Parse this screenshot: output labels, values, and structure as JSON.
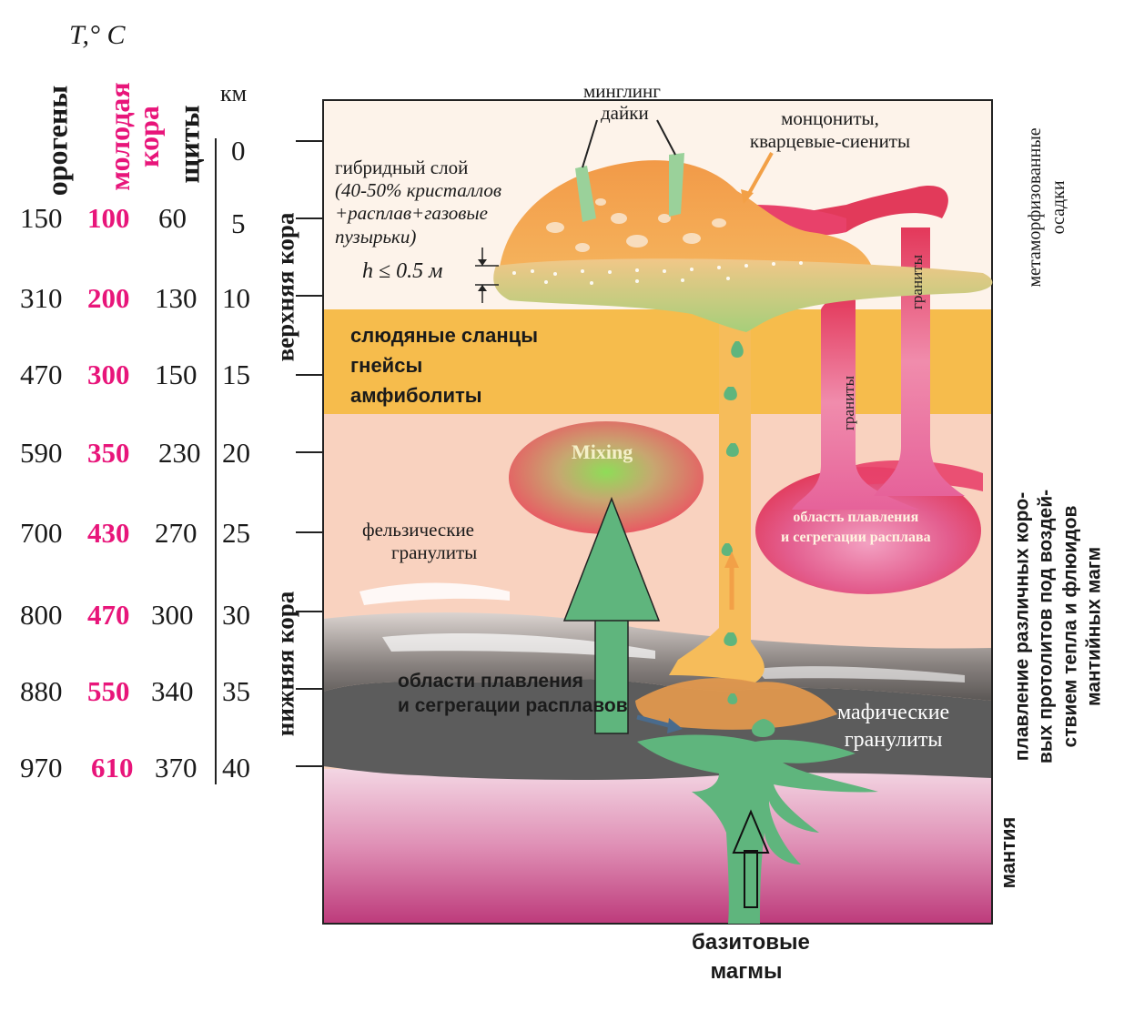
{
  "temp_label": "T,° C",
  "columns": {
    "orogens": "орогены",
    "young_crust": [
      "молодая",
      "кора"
    ],
    "shields": "щиты",
    "km": "км"
  },
  "scale_rows": [
    {
      "orogens": "150",
      "young": "100",
      "shields": "60",
      "km": "5"
    },
    {
      "orogens": "310",
      "young": "200",
      "shields": "130",
      "km": "10"
    },
    {
      "orogens": "470",
      "young": "300",
      "shields": "150",
      "km": "15"
    },
    {
      "orogens": "590",
      "young": "350",
      "shields": "230",
      "km": "20"
    },
    {
      "orogens": "700",
      "young": "430",
      "shields": "270",
      "km": "25"
    },
    {
      "orogens": "800",
      "young": "470",
      "shields": "300",
      "km": "30"
    },
    {
      "orogens": "880",
      "young": "550",
      "shields": "340",
      "km": "35"
    },
    {
      "orogens": "970",
      "young": "610",
      "shields": "370",
      "km": "40"
    }
  ],
  "km_zero": "0",
  "side_labels": {
    "upper_crust": "верхняя кора",
    "lower_crust": "нижняя кора",
    "metasediments": [
      "метаморфизованные",
      "осадки"
    ],
    "melting": [
      "плавление различных коро-",
      "вых протолитов под воздей-",
      "ствием тепла и флюидов",
      "мантийных магм"
    ],
    "mantle": "мантия"
  },
  "labels": {
    "mingling": "минглинг",
    "dykes": "дайки",
    "monzonites": [
      "монцониты,",
      "кварцевые-сиениты"
    ],
    "hybrid_layer": [
      "гибридный слой",
      "(40-50% кристаллов",
      "+расплав+газовые",
      "пузырьки)"
    ],
    "h_label": "h ≤ 0.5 м",
    "micaschists": [
      "слюдяные сланцы",
      "гнейсы",
      "амфиболиты"
    ],
    "mixing": "Mixing",
    "felsic": [
      "фельзические",
      "гранулиты"
    ],
    "melt_zone_bottom": [
      "области плавления",
      "и сегрегации расплавов"
    ],
    "mafic": [
      "мафические",
      "гранулиты"
    ],
    "granites_1": "граниты",
    "granites_2": "граниты",
    "melt_zone_right": [
      "область плавления",
      "и сегрегации расплава"
    ],
    "basite": [
      "базитовые",
      "магмы"
    ]
  },
  "colors": {
    "upper_crust": "#fdf3ea",
    "mica_band": "#f6bc4c",
    "lower_crust": "#f9d2bf",
    "mafic": "#5c5c5c",
    "mantle": "#c0457e",
    "basite": "#5fb57d",
    "hybrid": "#f2a24a",
    "granite": "#e23a5a",
    "text_pink": "#e8157a"
  }
}
